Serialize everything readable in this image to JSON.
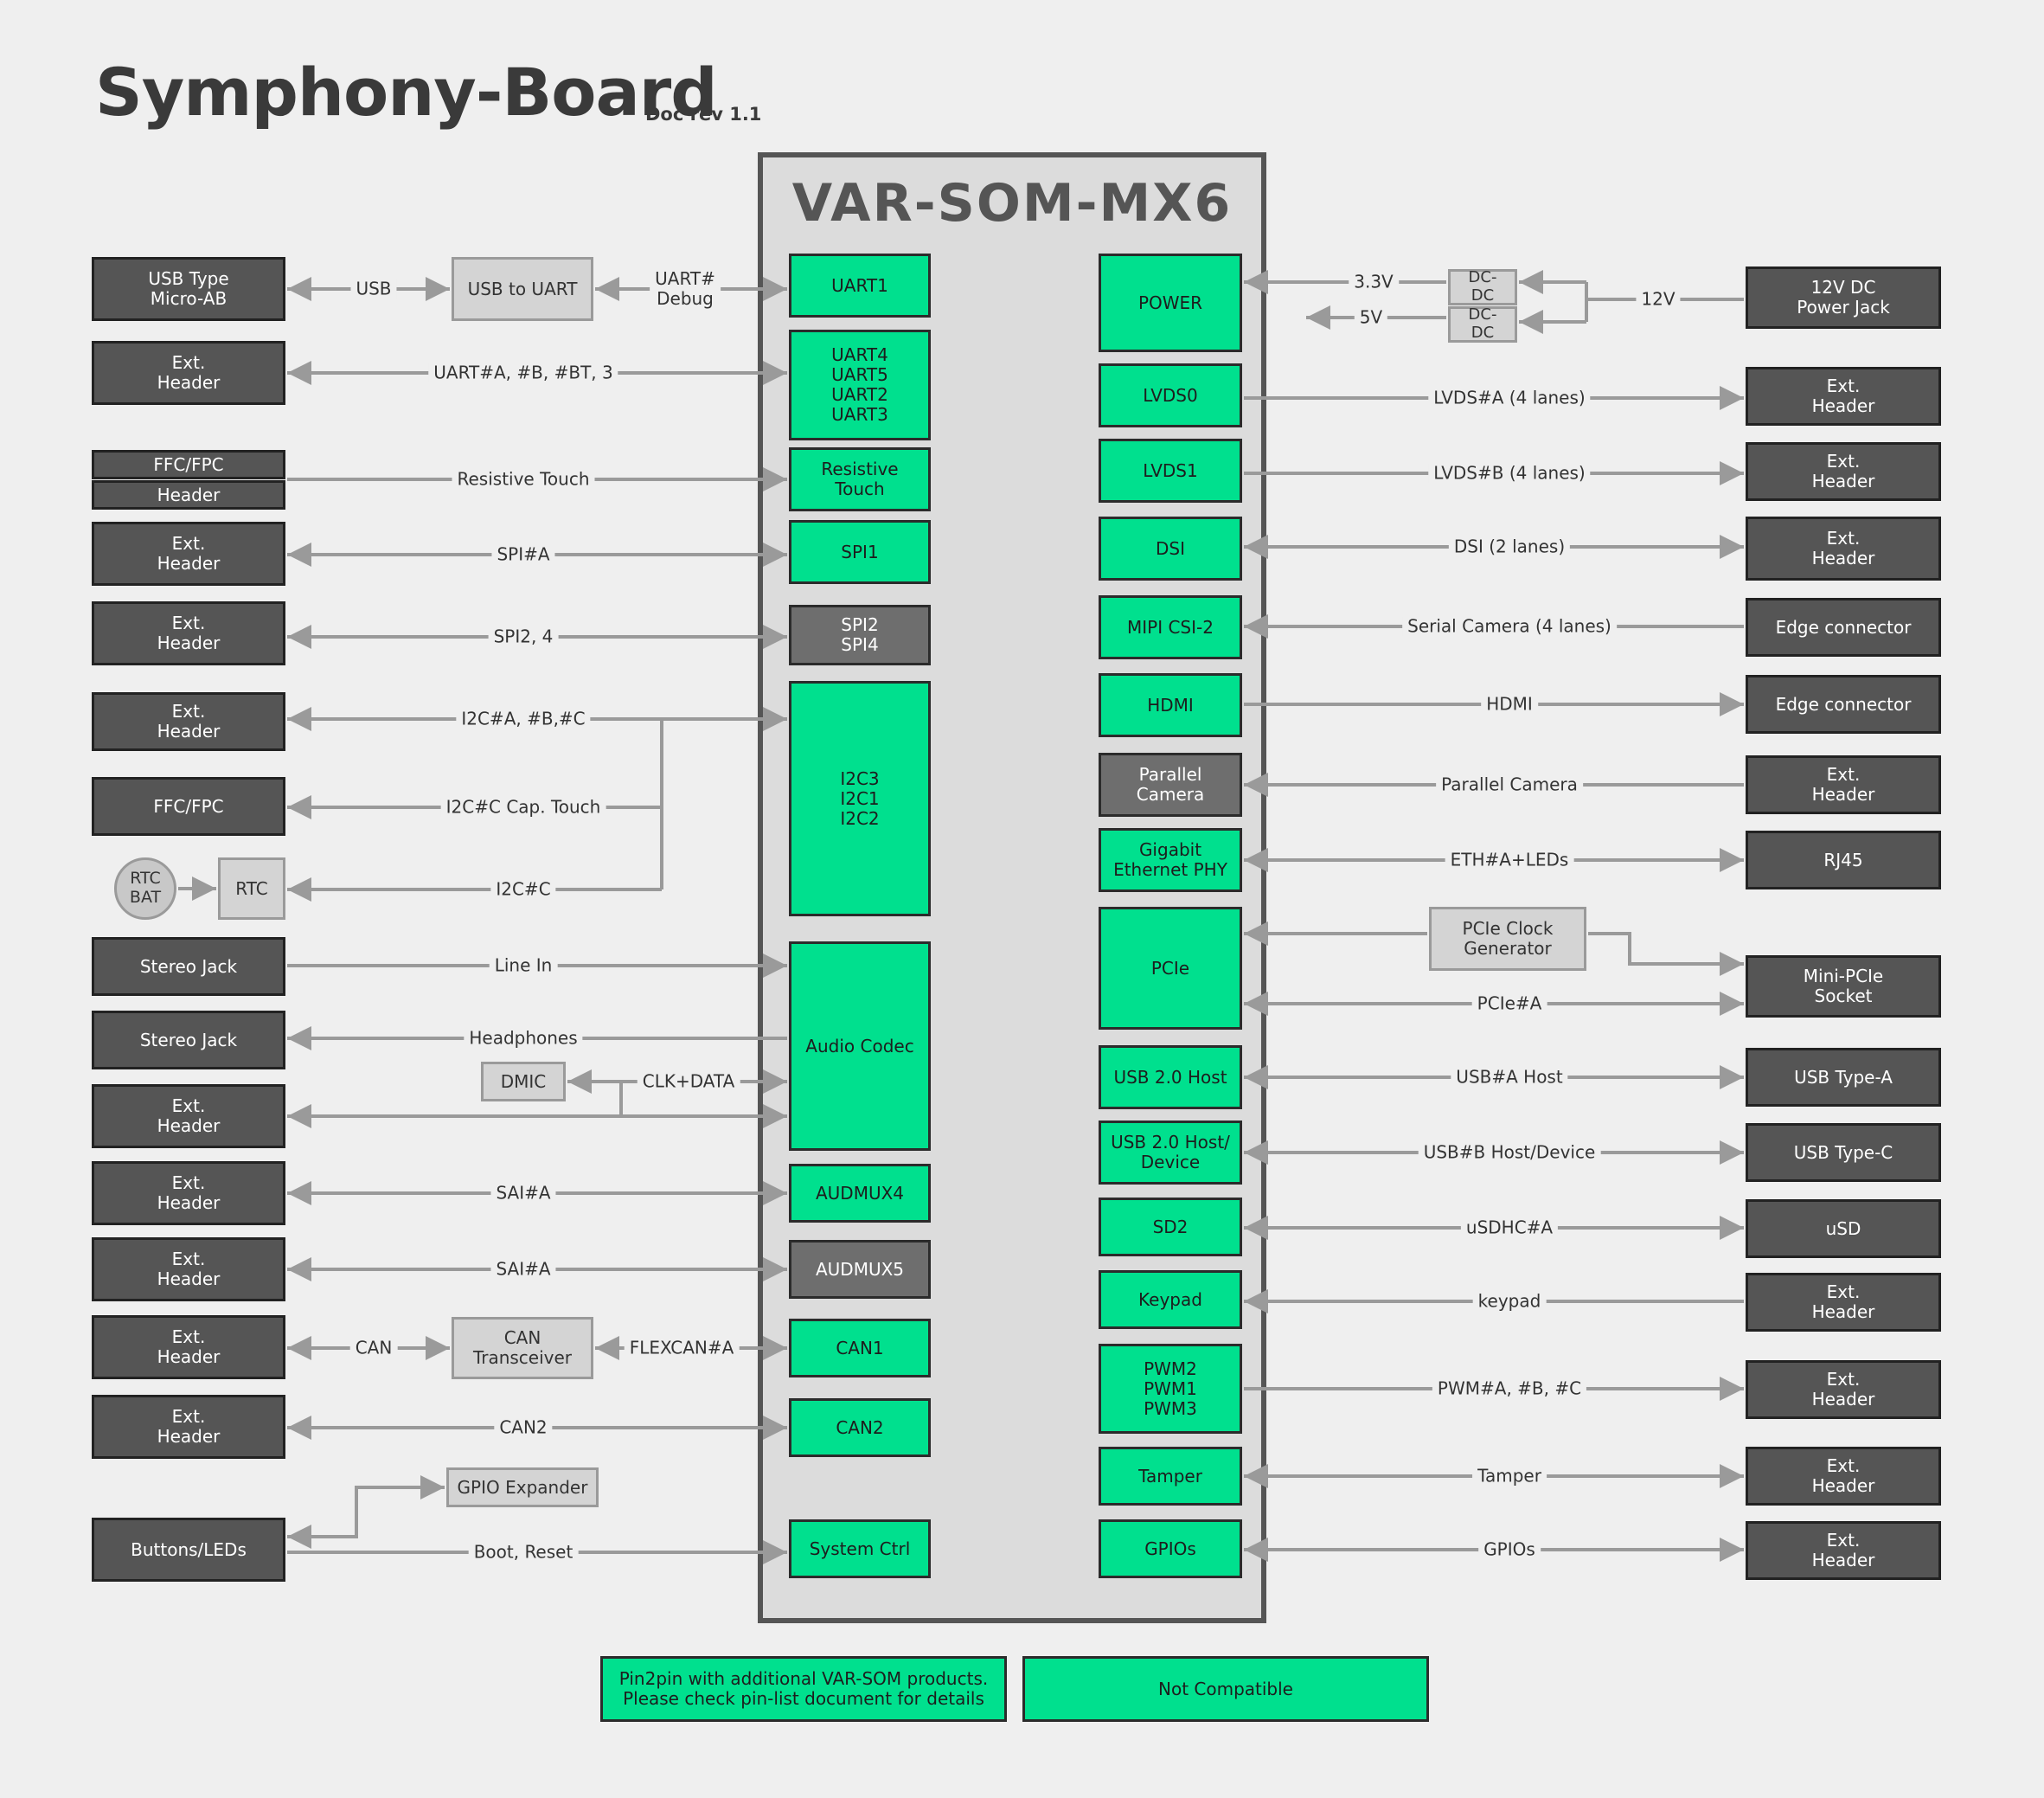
{
  "title": "Symphony-Board",
  "doc_rev": "Doc rev 1.1",
  "som_title": "VAR-SOM-MX6",
  "colors": {
    "compatible": "#00e08e",
    "not_compatible": "#6e6e6e",
    "external": "#555555",
    "onboard": "#d4d4d4",
    "wire": "#9a9a9a",
    "background": "#efefef"
  },
  "left_externals": [
    "USB Type\nMicro-AB",
    "Ext.\nHeader",
    "FFC/FPC",
    "Header",
    "Ext.\nHeader",
    "Ext.\nHeader",
    "Ext.\nHeader",
    "FFC/FPC",
    "Stereo Jack",
    "Stereo Jack",
    "Ext.\nHeader",
    "Ext.\nHeader",
    "Ext.\nHeader",
    "Ext.\nHeader",
    "Ext.\nHeader",
    "Buttons/LEDs"
  ],
  "left_onboard": [
    "USB to UART",
    "RTC",
    "DMIC",
    "CAN\nTransceiver",
    "GPIO Expander"
  ],
  "rtc_bat": "RTC\nBAT",
  "som_left_blocks": [
    "UART1",
    "UART4\nUART5\nUART2\nUART3",
    "Resistive\nTouch",
    "SPI1",
    "SPI2\nSPI4",
    "I2C3\nI2C1\nI2C2",
    "Audio Codec",
    "AUDMUX4",
    "AUDMUX5",
    "CAN1",
    "CAN2",
    "System Ctrl"
  ],
  "som_right_blocks": [
    "POWER",
    "LVDS0",
    "LVDS1",
    "DSI",
    "MIPI CSI-2",
    "HDMI",
    "Parallel\nCamera",
    "Gigabit\nEthernet PHY",
    "PCIe",
    "USB 2.0 Host",
    "USB 2.0 Host/\nDevice",
    "SD2",
    "Keypad",
    "PWM2\nPWM1\nPWM3",
    "Tamper",
    "GPIOs"
  ],
  "right_onboard": [
    "DC-\nDC",
    "DC-\nDC",
    "PCIe Clock\nGenerator"
  ],
  "right_externals": [
    "12V DC\nPower Jack",
    "Ext.\nHeader",
    "Ext.\nHeader",
    "Ext.\nHeader",
    "Edge connector",
    "Edge connector",
    "Ext.\nHeader",
    "RJ45",
    "Mini-PCIe\nSocket",
    "USB Type-A",
    "USB Type-C",
    "uSD",
    "Ext.\nHeader",
    "Ext.\nHeader",
    "Ext.\nHeader",
    "Ext.\nHeader"
  ],
  "left_signals": [
    "USB",
    "UART#\nDebug",
    "UART#A, #B, #BT, 3",
    "Resistive Touch",
    "SPI#A",
    "SPI2, 4",
    "I2C#A, #B,#C",
    "I2C#C Cap. Touch",
    "I2C#C",
    "Line In",
    "Headphones",
    "CLK+DATA",
    "SAI#A",
    "SAI#A",
    "CAN",
    "FLEXCAN#A",
    "CAN2",
    "Boot, Reset"
  ],
  "right_signals": [
    "3.3V",
    "5V",
    "12V",
    "LVDS#A (4 lanes)",
    "LVDS#B (4 lanes)",
    "DSI (2 lanes)",
    "Serial Camera (4 lanes)",
    "HDMI",
    "Parallel Camera",
    "ETH#A+LEDs",
    "PCIe#A",
    "USB#A Host",
    "USB#B Host/Device",
    "uSDHC#A",
    "keypad",
    "PWM#A, #B, #C",
    "Tamper",
    "GPIOs"
  ],
  "legend": [
    "Pin2pin with additional VAR-SOM products.\nPlease check pin-list document for details",
    "Not Compatible"
  ]
}
